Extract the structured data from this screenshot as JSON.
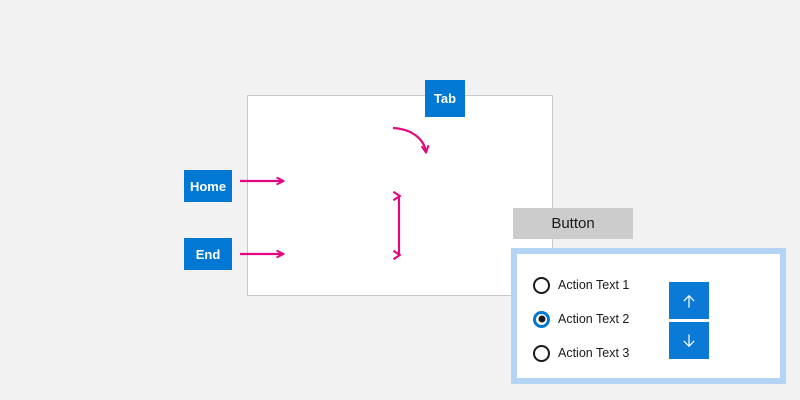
{
  "page": {
    "background_color": "#f2f2f2",
    "accent_color": "#0078d4",
    "annotation_color": "#e3077f"
  },
  "dialog": {
    "background_color": "#ffffff",
    "border_color": "#c8c8c8",
    "button": {
      "label": "Button",
      "background_color": "#cccccc",
      "text_color": "#1a1a1a"
    },
    "group": {
      "border_color": "#b3d4f5",
      "radios": [
        {
          "label": "Action Text 1",
          "selected": false
        },
        {
          "label": "Action Text 2",
          "selected": true
        },
        {
          "label": "Action Text 3",
          "selected": false
        }
      ],
      "spinner": {
        "up": {
          "icon": "arrow-up-icon",
          "glyph": "↑"
        },
        "down": {
          "icon": "arrow-down-icon",
          "glyph": "↓"
        },
        "background_color": "#0a7ad6",
        "glyph_color": "#ffffff"
      }
    }
  },
  "key_badges": [
    {
      "id": "tab",
      "label": "Tab"
    },
    {
      "id": "home",
      "label": "Home"
    },
    {
      "id": "end",
      "label": "End"
    }
  ],
  "annotations": {
    "tab_curve": {
      "icon": "curved-arrow-icon",
      "from": "button",
      "to": "radio-group"
    },
    "home_arrow": {
      "icon": "arrow-right-icon",
      "target": "radio-action-text-1"
    },
    "end_arrow": {
      "icon": "arrow-right-icon",
      "target": "radio-action-text-3"
    },
    "updown_arrow": {
      "icon": "double-arrow-vertical-icon",
      "target": "radio-list"
    }
  }
}
